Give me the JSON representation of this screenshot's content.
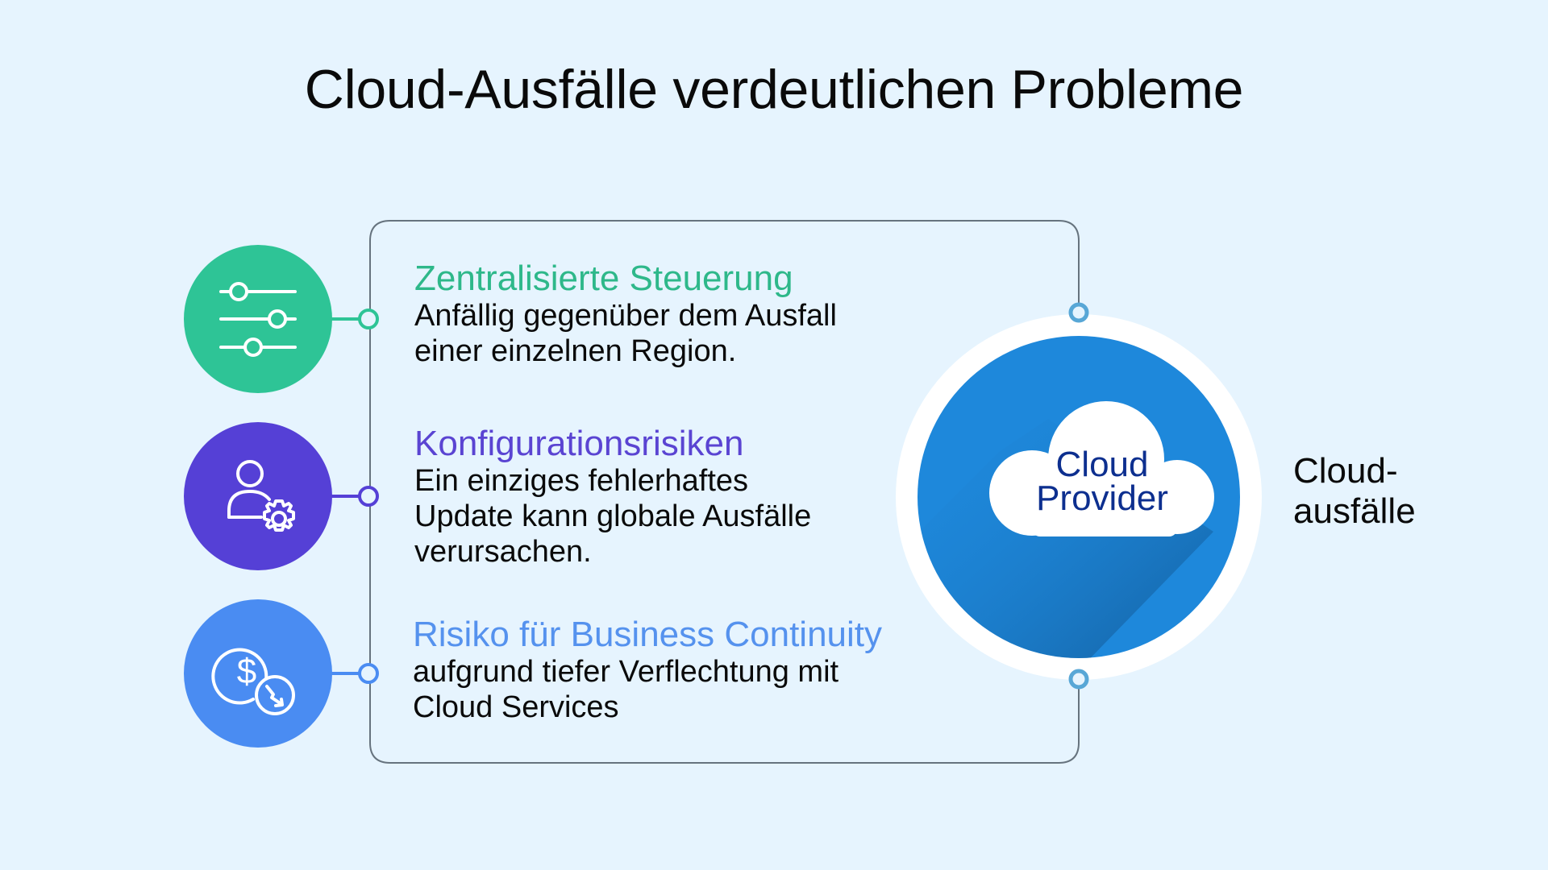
{
  "title": "Cloud-Ausfälle verdeutlichen Probleme",
  "colors": {
    "background": "#e6f4fe",
    "green": "#2ec496",
    "purple": "#5540d6",
    "blue": "#4a8cf2",
    "hub_blue": "#1e88db",
    "hub_text": "#0d2f8f"
  },
  "items": [
    {
      "icon": "sliders-icon",
      "title": "Zentralisierte Steuerung",
      "title_color": "#2eb88a",
      "body_lines": [
        "Anfällig gegenüber dem Ausfall",
        "einer einzelnen Region."
      ]
    },
    {
      "icon": "user-gear-icon",
      "title": "Konfigurationsrisiken",
      "title_color": "#5a44d2",
      "body_lines": [
        "Ein einziges fehlerhaftes",
        "Update kann globale Ausfälle",
        "verursachen."
      ]
    },
    {
      "icon": "dollar-decline-icon",
      "title": "Risiko für Business Continuity",
      "title_color": "#5592ee",
      "body_lines": [
        "aufgrund tiefer Verflechtung mit",
        "Cloud Services"
      ]
    }
  ],
  "hub": {
    "icon": "cloud-icon",
    "line1": "Cloud",
    "line2": "Provider"
  },
  "side_label": {
    "line1": "Cloud-",
    "line2": "ausfälle"
  }
}
